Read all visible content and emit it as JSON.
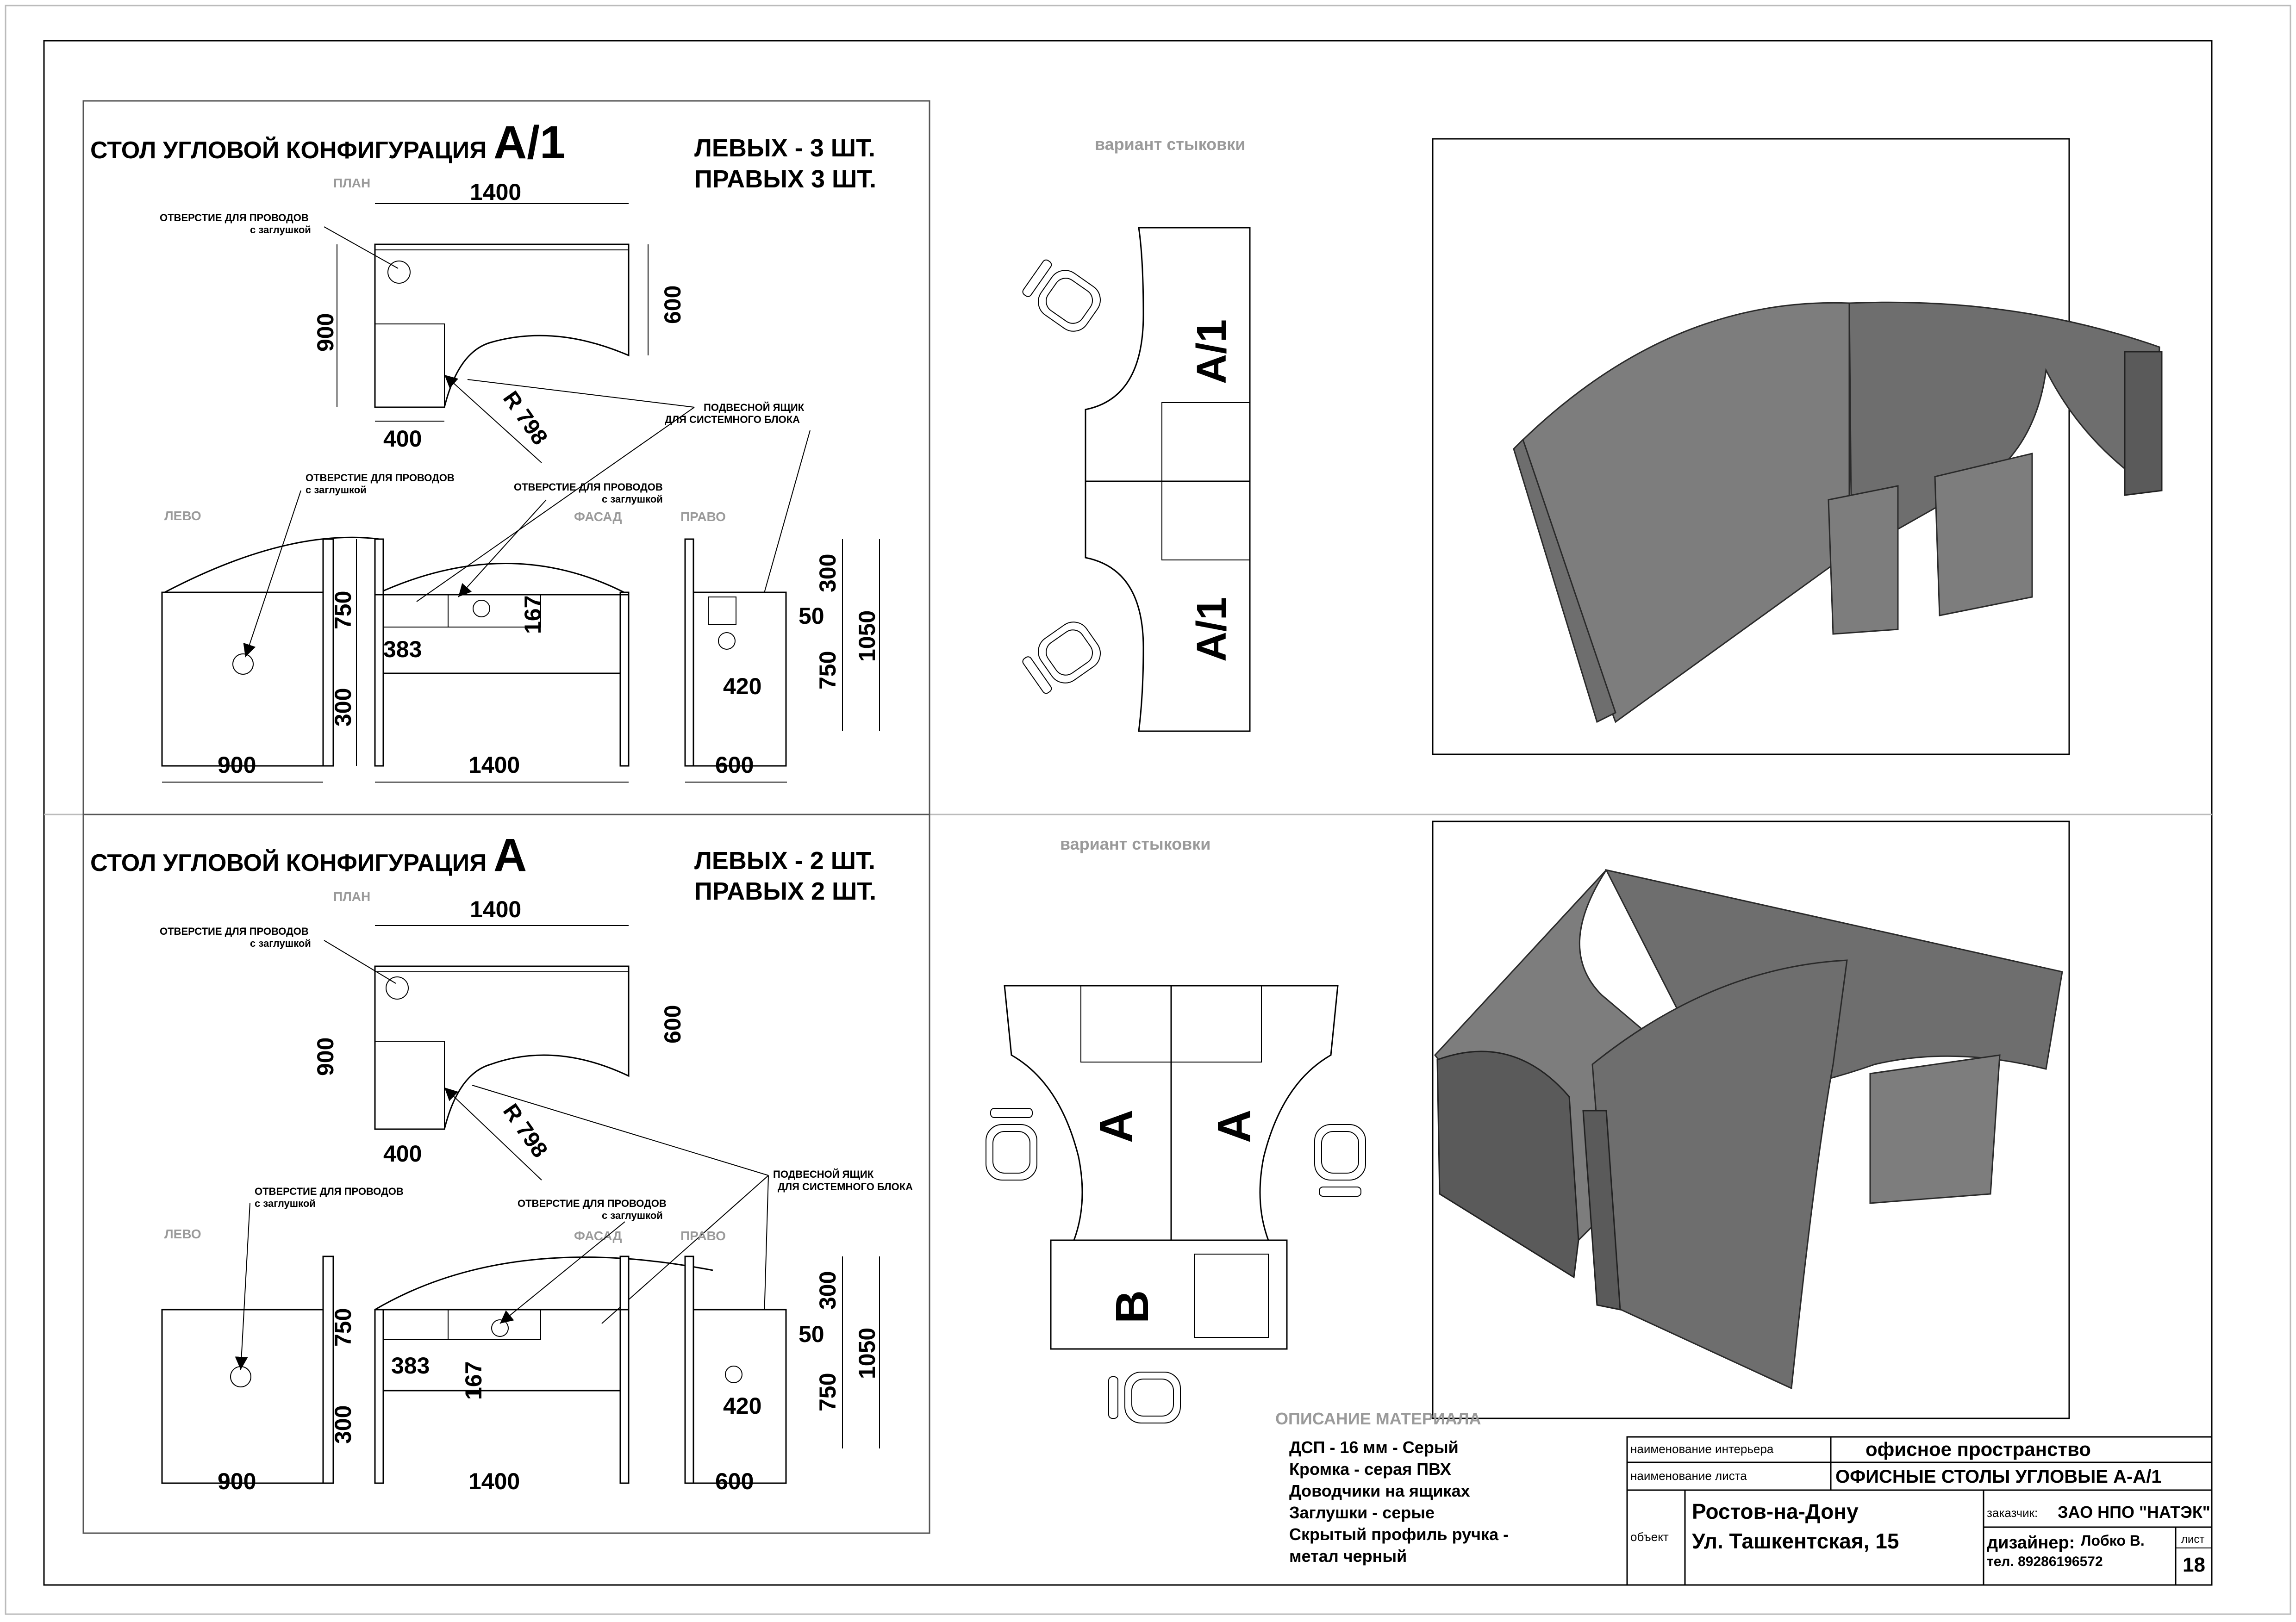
{
  "sheet": {
    "titles": {
      "a1": {
        "prefix": "СТОЛ УГЛОВОЙ КОНФИГУРАЦИЯ",
        "code": "А/1",
        "left": "ЛЕВЫХ - 3 ШТ.",
        "right": "ПРАВЫХ 3 ШТ."
      },
      "a": {
        "prefix": "СТОЛ УГЛОВОЙ КОНФИГУРАЦИЯ",
        "code": "А",
        "left": "ЛЕВЫХ - 2 ШТ.",
        "right": "ПРАВЫХ 2 ШТ."
      }
    },
    "view_labels": {
      "plan": "ПЛАН",
      "left": "ЛЕВО",
      "front": "ФАСАД",
      "right": "ПРАВО"
    },
    "notes": {
      "cable_hole_1": "ОТВЕРСТИЕ ДЛЯ ПРОВОДОВ",
      "cable_hole_2": "с заглушкой",
      "hanging_box_1": "ПОДВЕСНОЙ ЯЩИК",
      "hanging_box_2": "ДЛЯ СИСТЕМНОГО БЛОКА"
    },
    "dims": {
      "d1400": "1400",
      "d900": "900",
      "d600": "600",
      "d400": "400",
      "r798": "R 798",
      "d750": "750",
      "d300": "300",
      "d167": "167",
      "d383": "383",
      "d50": "50",
      "d1050": "1050",
      "d420": "420"
    },
    "docking_label": "вариант стыковки",
    "desk_labels": {
      "a1": "А/1",
      "a": "А",
      "b": "В"
    },
    "materials": {
      "title": "ОПИСАНИЕ МАТЕРИАЛА",
      "lines": [
        "ДСП - 16 мм - Серый",
        "Кромка - серая ПВХ",
        "Доводчики на ящиках",
        "Заглушки - серые",
        "Скрытый профиль ручка -",
        "метал черный"
      ]
    },
    "stamp": {
      "interior_label": "наименование интерьера",
      "interior_value": "офисное пространство",
      "sheet_label": "наименование листа",
      "sheet_value": "ОФИСНЫЕ СТОЛЫ УГЛОВЫЕ А-А/1",
      "object_label": "объект",
      "city": "Ростов-на-Дону",
      "street": "Ул. Ташкентская, 15",
      "customer_label": "заказчик:",
      "customer_value": "ЗАО НПО \"НАТЭК\"",
      "designer_label": "дизайнер:",
      "designer_value": "Лобко В.",
      "phone": "тел. 89286196572",
      "sheet_no_label": "лист",
      "sheet_no": "18"
    }
  }
}
